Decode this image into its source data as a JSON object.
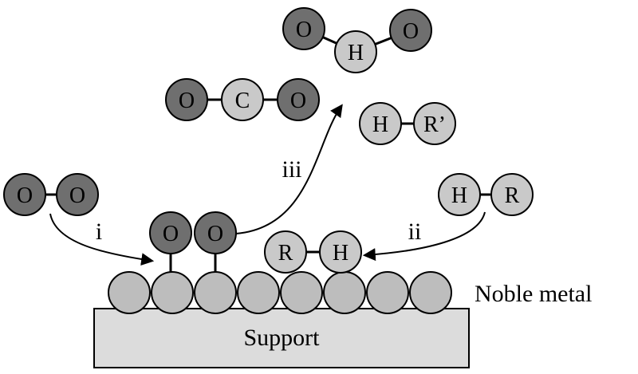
{
  "colors": {
    "oxygen_fill": "#6f6f6f",
    "light_fill": "#c9c9c9",
    "metal_fill": "#bdbdbd",
    "support_fill": "#dcdcdc",
    "line": "#000000"
  },
  "labels": {
    "noble_metal": "Noble metal",
    "support": "Support",
    "step_i": "i",
    "step_ii": "ii",
    "step_iii": "iii"
  },
  "molecules": {
    "water": [
      "O",
      "H",
      "O"
    ],
    "co2": [
      "O",
      "C",
      "O"
    ],
    "hr_product": [
      "H",
      "R’"
    ],
    "o2_gas": [
      "O",
      "O"
    ],
    "o2_adsorbed": [
      "O",
      "O"
    ],
    "hr_reactant": [
      "H",
      "R"
    ],
    "rh_adsorbed": [
      "R",
      "H"
    ]
  }
}
